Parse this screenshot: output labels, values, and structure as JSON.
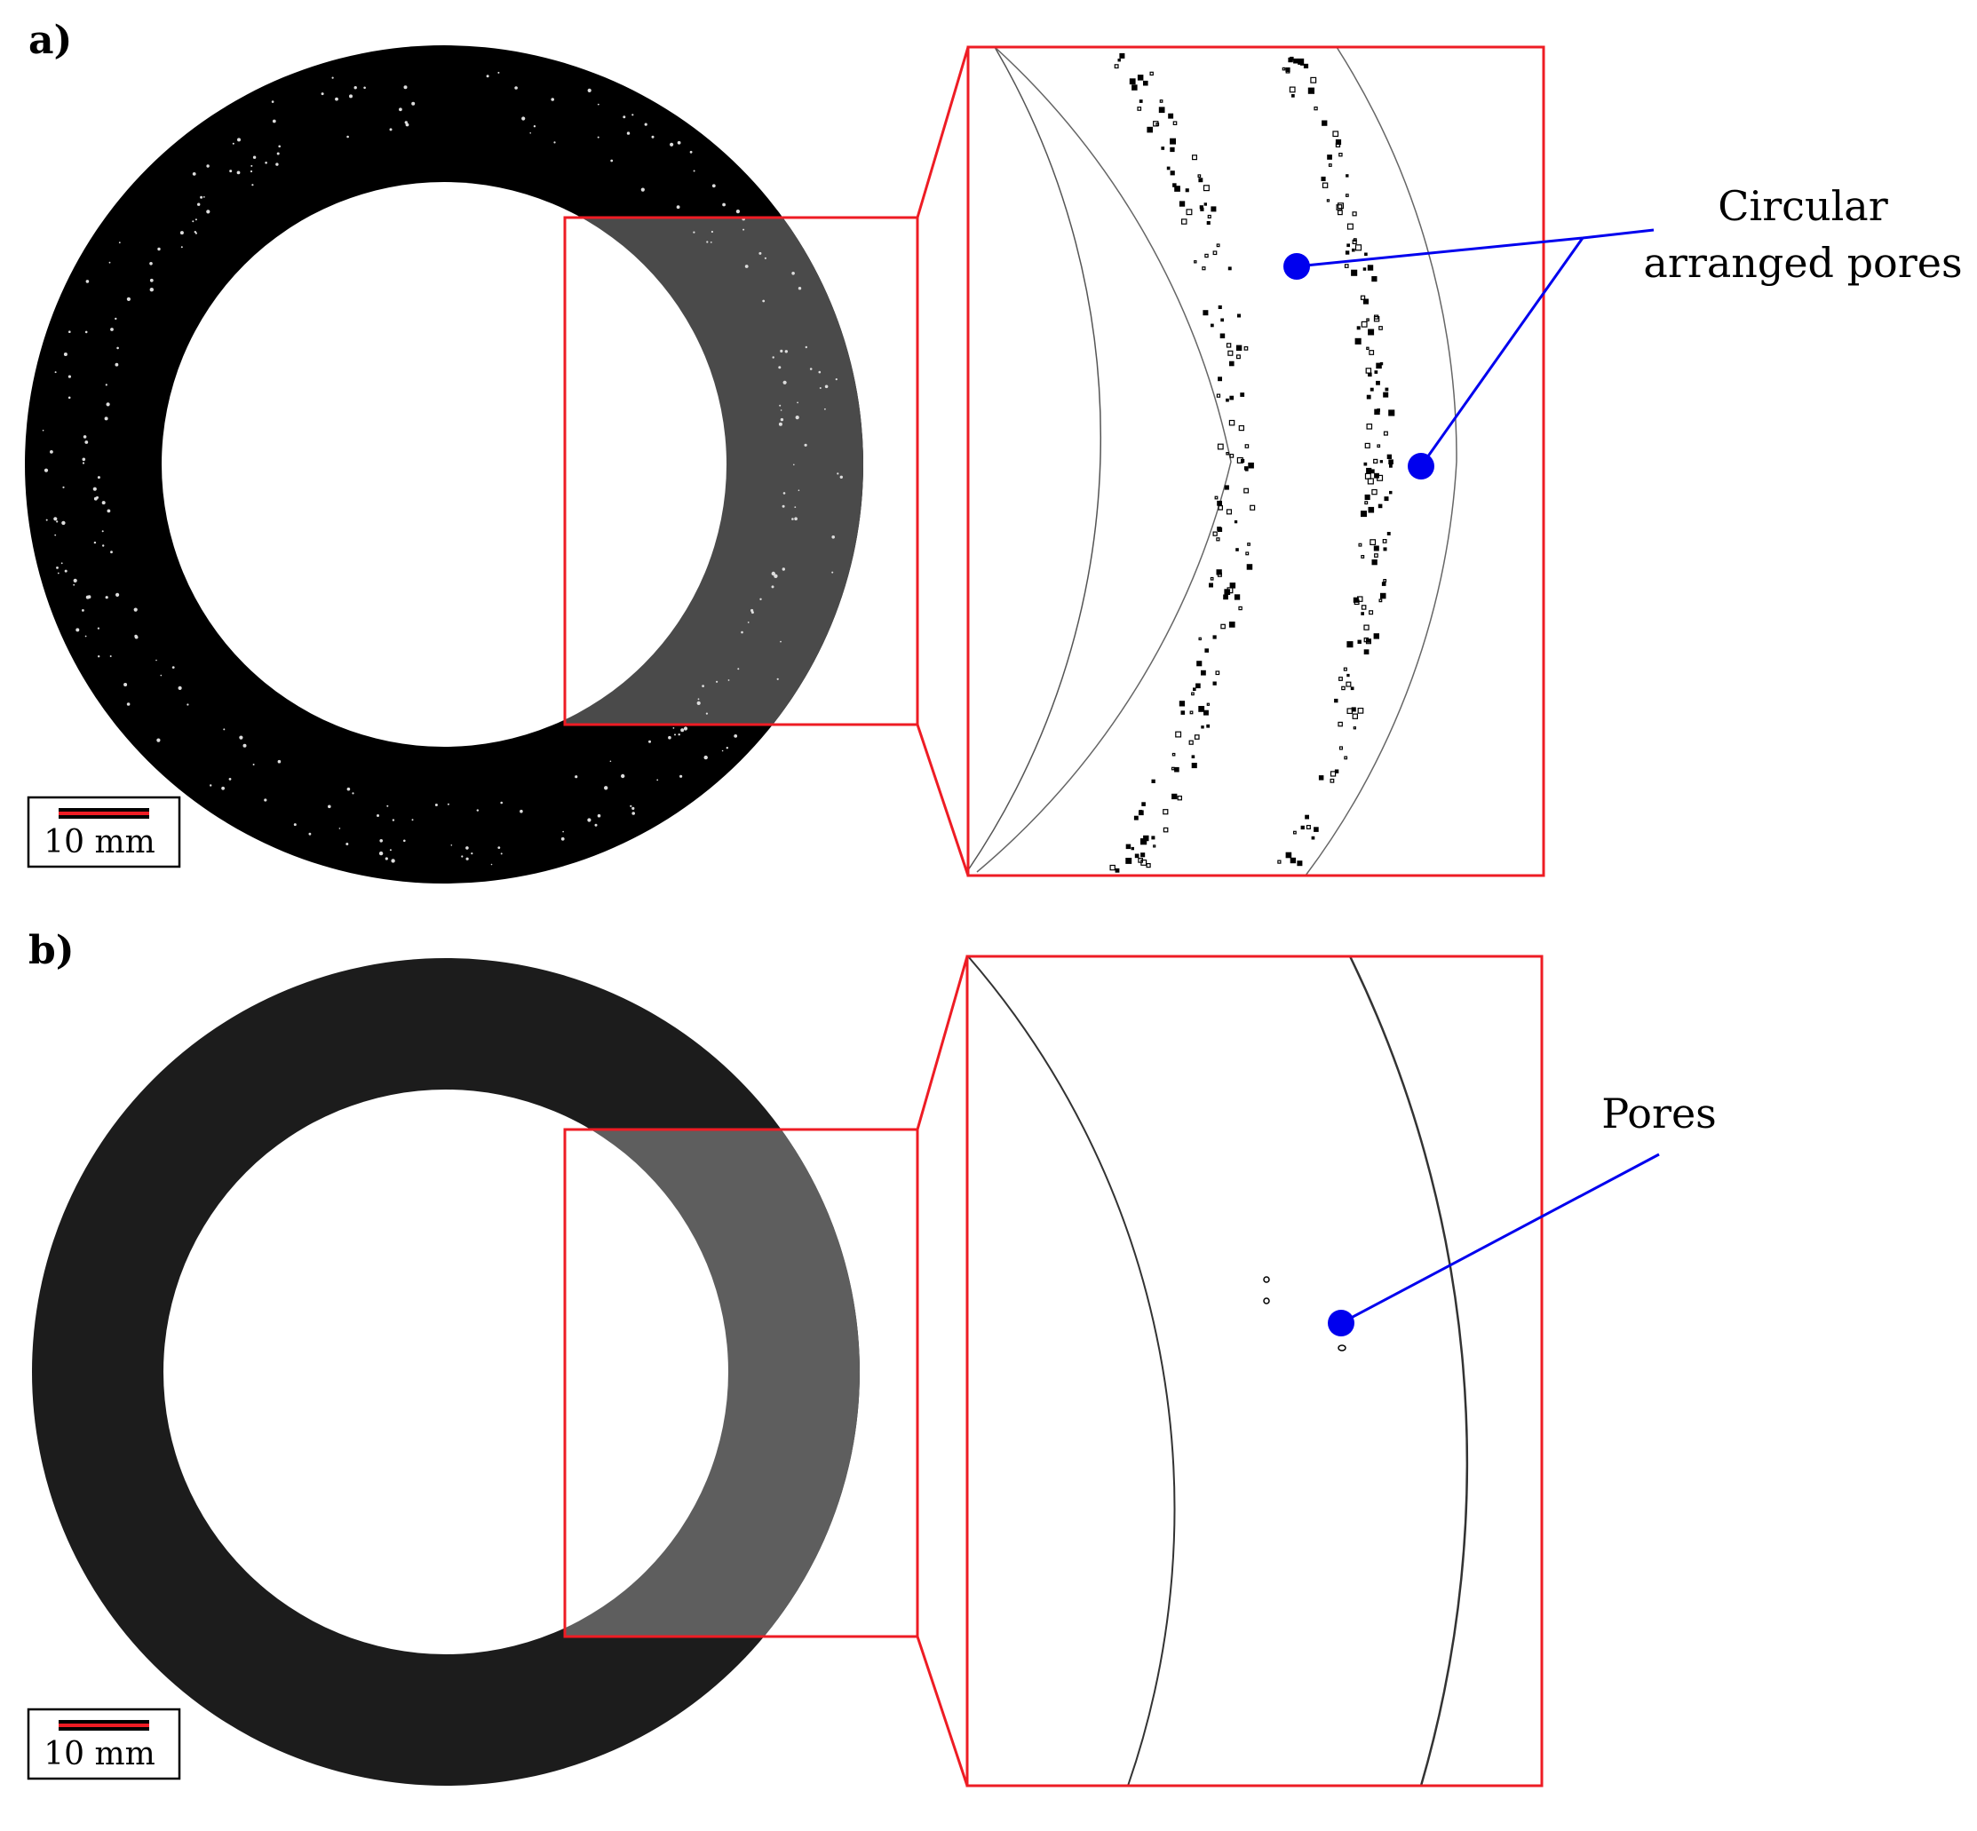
{
  "panel_a": {
    "label": "a)",
    "scale_bar": "10 mm",
    "annotation_line1": "Circular",
    "annotation_line2": "arranged pores"
  },
  "panel_b": {
    "label": "b)",
    "scale_bar": "10 mm",
    "annotation": "Pores"
  },
  "colors": {
    "zoom_box": "#ee1c24",
    "annotation_marker": "#0000ee",
    "ring_a": "#000000",
    "ring_b": "#1c1c1c",
    "zoom_fill_a": "#4a4a4a",
    "zoom_fill_b": "#5e5e5e"
  }
}
